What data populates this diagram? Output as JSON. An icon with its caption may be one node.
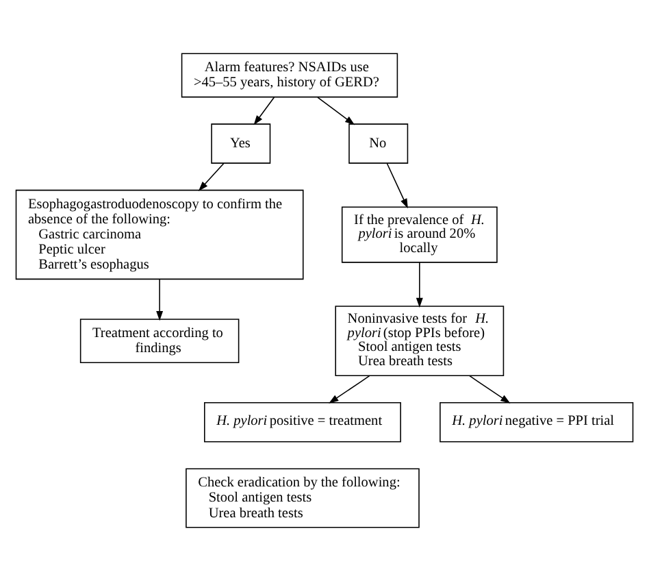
{
  "diagram": {
    "nodes": [
      {
        "text": [
          "Alarm features? NSAIDs use >45–55 years, history of GERD?"
        ]
      },
      {
        "text": [
          "Yes"
        ]
      },
      {
        "text": [
          "No"
        ]
      },
      {
        "text": [
          "Esophagogastroduodenoscopy to confirm the absence of the following:",
          "Gastric carcinoma",
          "Peptic ulcer",
          "Barrett’s esophagus"
        ]
      },
      {
        "text": [
          "If the prevalence of *H. pylori* is around 20% locally"
        ]
      },
      {
        "text": [
          "Treatment according to findings"
        ]
      },
      {
        "text": [
          "Noninvasive tests for *H. pylori* (stop PPIs before)",
          "Stool antigen tests",
          "Urea breath tests"
        ]
      },
      {
        "text": [
          "*H. pylori* positive = treatment"
        ]
      },
      {
        "text": [
          "*H. pylori* negative = PPI trial"
        ]
      },
      {
        "text": [
          "Check eradication by the following:",
          "Stool antigen tests",
          "Urea breath tests"
        ]
      }
    ],
    "edges": [
      {
        "from": 0,
        "to": 1,
        "arrow": "to"
      },
      {
        "from": 0,
        "to": 2,
        "arrow": "to"
      },
      {
        "from": 1,
        "to": 3,
        "arrow": "to"
      },
      {
        "from": 2,
        "to": 4,
        "arrow": "to"
      },
      {
        "from": 3,
        "to": 5,
        "arrow": "to"
      },
      {
        "from": 4,
        "to": 6,
        "arrow": "to"
      },
      {
        "from": 6,
        "to": 7,
        "arrow": "to"
      },
      {
        "from": 6,
        "to": 8,
        "arrow": "to"
      }
    ]
  }
}
